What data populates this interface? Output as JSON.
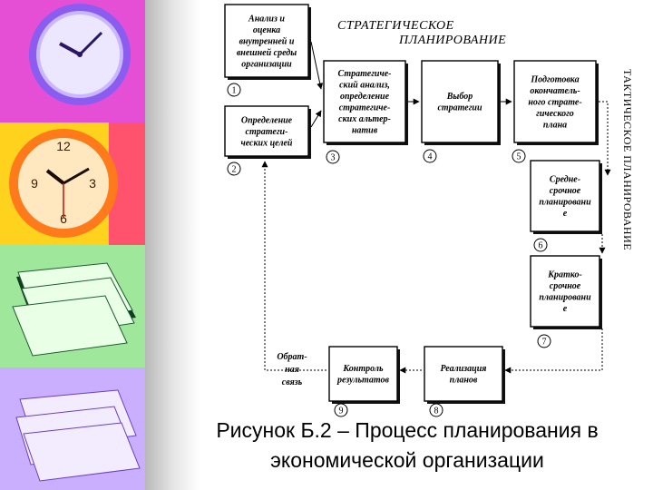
{
  "header": {
    "line1": "СТРАТЕГИЧЕСКОЕ",
    "line2": "ПЛАНИРОВАНИЕ"
  },
  "side_label": "ТАКТИЧЕСКОЕ ПЛАНИРОВАНИЕ",
  "nodes": [
    {
      "id": "1",
      "lines": [
        "Анализ и",
        "оценка",
        "внутренней и",
        "внешней среды",
        "организации"
      ]
    },
    {
      "id": "2",
      "lines": [
        "Определение",
        "стратеги-",
        "ческих целей"
      ]
    },
    {
      "id": "3",
      "lines": [
        "Стратегиче-",
        "ский анализ,",
        "определение",
        "стратегиче-",
        "ских альтер-",
        "натив"
      ]
    },
    {
      "id": "4",
      "lines": [
        "Выбор",
        "стратегии"
      ]
    },
    {
      "id": "5",
      "lines": [
        "Подготовка",
        "окончатель-",
        "ного страте-",
        "гического",
        "плана"
      ]
    },
    {
      "id": "6",
      "lines": [
        "Средне-",
        "срочное",
        "планировани",
        "е"
      ]
    },
    {
      "id": "7",
      "lines": [
        "Кратко-",
        "срочное",
        "планировани",
        "е"
      ]
    },
    {
      "id": "8",
      "lines": [
        "Реализация",
        "планов"
      ]
    },
    {
      "id": "9",
      "lines": [
        "Контроль",
        "результатов"
      ]
    }
  ],
  "feedback": [
    "Обрат-",
    "ная",
    "связь"
  ],
  "caption": {
    "line1": "Рисунок Б.2 – Процесс планирования в",
    "line2": "экономической организации"
  },
  "colors": {
    "strip_top": "#e040e8",
    "strip_second": "#ffd21e",
    "strip_third": "#7fe07a",
    "strip_bottom": "#b48cff"
  }
}
